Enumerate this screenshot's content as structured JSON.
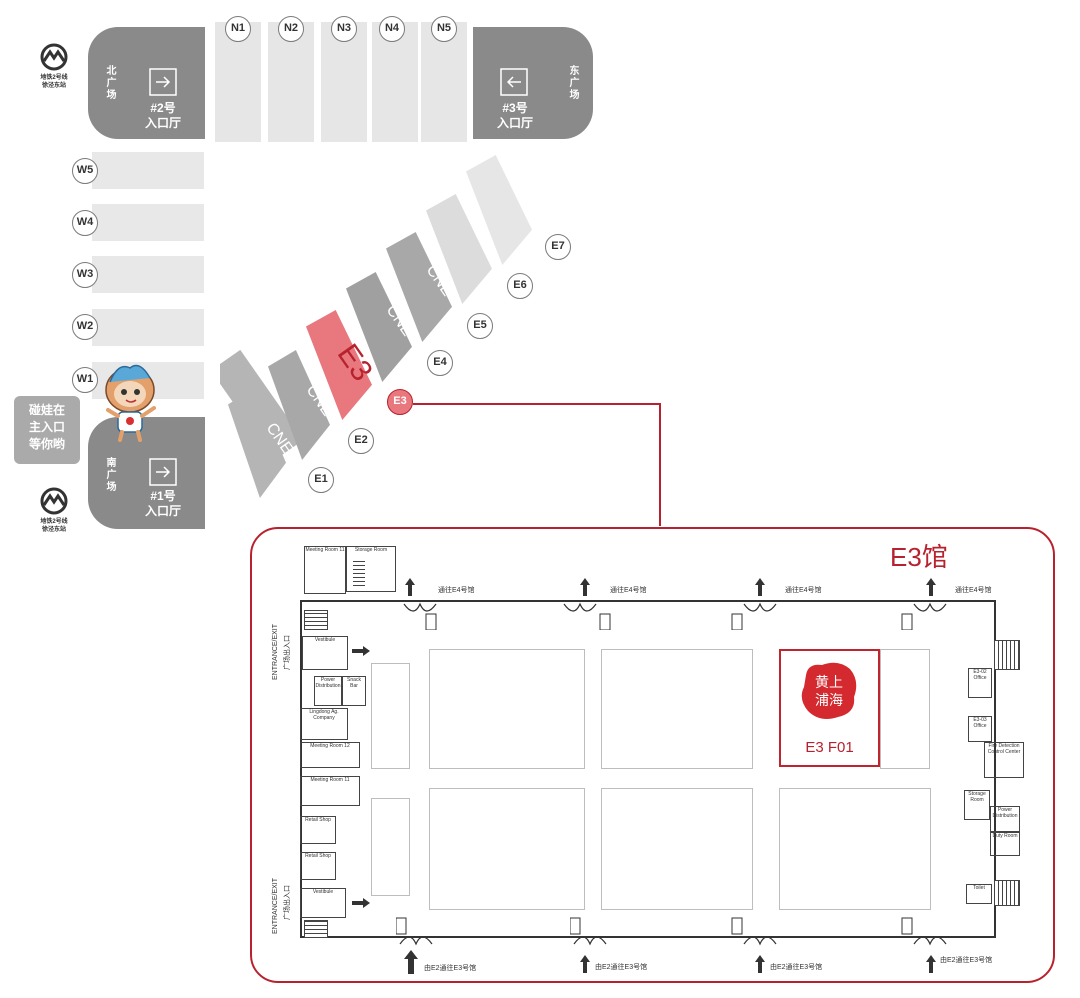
{
  "north_halls": [
    "N1",
    "N2",
    "N3",
    "N4",
    "N5"
  ],
  "west_halls": [
    "W5",
    "W4",
    "W3",
    "W2",
    "W1"
  ],
  "east_halls": [
    {
      "id": "E1",
      "label": "CNE",
      "highlight": false
    },
    {
      "id": "E2",
      "label": "CNE",
      "highlight": false
    },
    {
      "id": "E3",
      "label": "E3",
      "highlight": true
    },
    {
      "id": "E4",
      "label": "CNE",
      "highlight": false
    },
    {
      "id": "E5",
      "label": "CNE",
      "highlight": false
    },
    {
      "id": "E6",
      "label": "",
      "highlight": false
    },
    {
      "id": "E7",
      "label": "",
      "highlight": false
    }
  ],
  "entrance_halls": {
    "north": {
      "name_line1": "#2号",
      "name_line2": "入口厅",
      "side": "北广场"
    },
    "east": {
      "name_line1": "#3号",
      "name_line2": "入口厅",
      "side": "东广场"
    },
    "south": {
      "name_line1": "#1号",
      "name_line2": "入口厅",
      "side": "南广场"
    }
  },
  "metro_top": {
    "line1": "地铁2号线",
    "line2": "徐泾东站"
  },
  "metro_bottom": {
    "line1": "地铁2号线",
    "line2": "徐泾东站"
  },
  "mascot_bubble": [
    "碰娃在",
    "主入口",
    "等你哟"
  ],
  "plan": {
    "title": "E3馆",
    "booth_code": "E3 F01",
    "logo_text": "黄浦上海",
    "top_corridor_label": "通往E4号馆",
    "bottom_corridor_label": "由E2通往E3号馆",
    "entrance_label": "ENTRANCE/EXIT",
    "entrance_cn": "广场出入口",
    "left_rooms": [
      "Meeting Room 11",
      "Meeting Room 12",
      "Lingdong Ag. Company",
      "Retail Shop",
      "Retail Shop",
      "Vestibule",
      "Vestibule",
      "Storage Room",
      "Power Distribution",
      "Snack Bar"
    ],
    "right_rooms": [
      "E3-02 Office",
      "E3-03 Office",
      "Fire Detection Control Center",
      "Storage Room",
      "Power Distribution",
      "Duty Room",
      "Toilet"
    ],
    "colors": {
      "accent": "#b7222e",
      "hall_grey": "#8a8a8a",
      "highlight": "#e8777e"
    }
  }
}
